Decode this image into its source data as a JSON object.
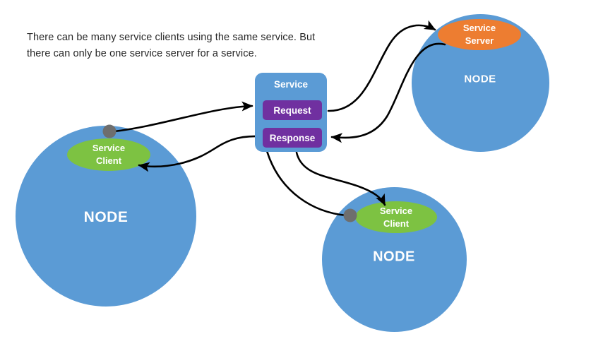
{
  "caption": {
    "text": "There can be many service clients using the same service. But there can only be one service server for a service."
  },
  "colors": {
    "node": "#5B9BD5",
    "client": "#7DC242",
    "server": "#ED7D31",
    "message": "#7030A0",
    "port": "#6E6E6E",
    "edge": "#000000",
    "text_light": "#FFFFFF",
    "caption_text": "#262626",
    "background": "#FFFFFF"
  },
  "service": {
    "title": "Service",
    "request_label": "Request",
    "response_label": "Response"
  },
  "nodes": [
    {
      "id": "node-left",
      "label": "NODE",
      "role": "client",
      "role_line1": "Service",
      "role_line2": "Client"
    },
    {
      "id": "node-right",
      "label": "NODE",
      "role": "server",
      "role_line1": "Service",
      "role_line2": "Server"
    },
    {
      "id": "node-bottom",
      "label": "NODE",
      "role": "client",
      "role_line1": "Service",
      "role_line2": "Client"
    }
  ],
  "edges": [
    {
      "id": "edge-left-client-to-request",
      "from": "node-left-client-port",
      "to": "service-request",
      "direction": "to-service"
    },
    {
      "id": "edge-response-to-left-client",
      "from": "service-response",
      "to": "node-left-client",
      "direction": "from-service"
    },
    {
      "id": "edge-request-to-server",
      "from": "service-request",
      "to": "node-right-server",
      "direction": "from-service"
    },
    {
      "id": "edge-server-to-response",
      "from": "node-right-server",
      "to": "service-response",
      "direction": "to-service"
    },
    {
      "id": "edge-bottom-client-to-request",
      "from": "node-bottom-client-port",
      "to": "service-request",
      "direction": "to-service"
    },
    {
      "id": "edge-response-to-bottom-client",
      "from": "service-response",
      "to": "node-bottom-client",
      "direction": "from-service"
    }
  ]
}
